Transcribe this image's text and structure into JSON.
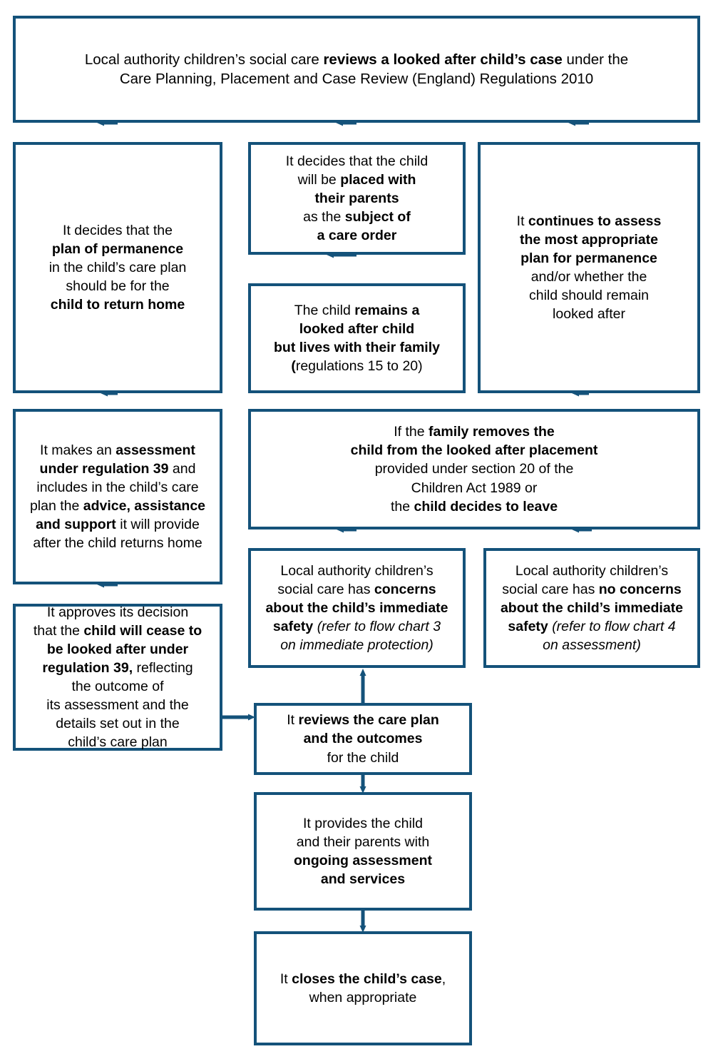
{
  "meta": {
    "title": "Flow chart: local authority children's social care reviews a looked after child's case",
    "accent_color": "#14527a",
    "background_color": "#ffffff",
    "text_color": "#000000"
  },
  "nodes": {
    "top": {
      "id": "review-trigger",
      "plain_text": "Local authority children’s social care reviews a looked after child’s case under the Care Planning, Placement and Case Review (England) Regulations 2010",
      "html": "Local authority children’s social care <b>reviews a looked after child’s case</b> under the<br>Care Planning, Placement and Case Review (England) Regulations 2010"
    },
    "return_home": {
      "id": "plan-of-permanence-return-home",
      "plain_text": "It decides that the plan of permanence in the child’s care plan should be for the child to return home",
      "html": "It decides that the<br><b>plan of permanence</b><br>in the child’s care plan<br>should be for the<br><b>child to return home</b>"
    },
    "placed_with_parents": {
      "id": "placed-with-parents",
      "plain_text": "It decides that the child will be placed with their parents as the subject of a care order",
      "html": "It decides that the child<br>will be <b>placed with</b><br><b>their parents</b><br>as the <b>subject of</b><br><b>a care order</b>"
    },
    "remains_looked_after": {
      "id": "remains-looked-after-child",
      "plain_text": "The child remains a looked after child but lives with their family (regulations 15 to 20)",
      "html": "The child <b>remains a</b><br><b>looked after child</b><br><b>but lives with their family</b><br><b>(</b>regulations 15 to 20)"
    },
    "continues_assess": {
      "id": "continues-to-assess-permanence",
      "plain_text": "It continues to assess the most appropriate plan for permanence and/or whether the child should remain looked after",
      "html": "It <b>continues to assess</b><br><b>the most appropriate</b><br><b>plan for permanence</b><br>and/or whether the<br>child should remain<br>looked after"
    },
    "assessment_reg39": {
      "id": "assessment-under-regulation-39",
      "plain_text": "It makes an assessment under regulation 39 and includes in the child’s care plan the advice, assistance and support it will provide after the child returns home",
      "html": "It makes an <b>assessment</b><br><b>under regulation 39</b> and<br>includes in the child’s care<br>plan the <b>advice, assistance</b><br><b>and support</b> it will provide<br>after the child returns home"
    },
    "family_removes": {
      "id": "family-removes-child-or-child-leaves",
      "plain_text": "If the family removes the child from the looked after placement provided under section 20 of the Children Act 1989 or the child decides to leave",
      "html": "If the <b>family removes the</b><br><b>child from the looked after placement</b><br>provided under section 20 of the<br>Children Act 1989 or<br>the <b>child decides to leave</b>"
    },
    "approves_decision": {
      "id": "approves-cease-to-be-looked-after",
      "plain_text": "It approves its decision that the child will cease to be looked after under regulation 39, reflecting the outcome of its assessment and the details set out in the child’s care plan",
      "html": "It approves its decision<br>that the <b>child will cease to</b><br><b>be looked after under</b><br><b>regulation 39,</b> reflecting<br>the outcome of<br>its assessment and the<br>details set out in the<br>child’s care plan"
    },
    "has_concerns": {
      "id": "has-concerns-immediate-safety",
      "plain_text": "Local authority children’s social care has concerns about the child’s immediate safety (refer to flow chart 3 on immediate protection)",
      "html": "Local authority children’s<br>social care has <b>concerns</b><br><b>about the child’s immediate</b><br><b>safety</b> <i>(refer to flow chart 3</i><br><i>on immediate protection)</i>"
    },
    "no_concerns": {
      "id": "no-concerns-immediate-safety",
      "plain_text": "Local authority children’s social care has no concerns about the child’s immediate safety (refer to flow chart 4 on assessment)",
      "html": "Local authority children’s<br>social care has <b>no concerns</b><br><b>about the child’s immediate</b><br><b>safety</b> <i>(refer to flow chart 4</i><br><i>on assessment)</i>"
    },
    "reviews_care_plan": {
      "id": "reviews-care-plan-and-outcomes",
      "plain_text": "It reviews the care plan and the outcomes for the child",
      "html": "It <b>reviews the care plan</b><br><b>and the outcomes</b><br>for the child"
    },
    "ongoing_assessment": {
      "id": "provides-ongoing-assessment-and-services",
      "plain_text": "It provides the child and their parents with ongoing assessment and services",
      "html": "It provides the child<br>and their parents with<br><b>ongoing assessment</b><br><b>and services</b>"
    },
    "closes_case": {
      "id": "closes-the-childs-case",
      "plain_text": "It closes the child’s case, when appropriate",
      "html": "It <b>closes the child’s case</b>,<br>when appropriate"
    }
  },
  "connectors": [
    {
      "from": "top",
      "to": "return_home",
      "type": "arrow-down"
    },
    {
      "from": "top",
      "to": "placed_with_parents",
      "type": "arrow-down"
    },
    {
      "from": "top",
      "to": "continues_assess",
      "type": "arrow-down"
    },
    {
      "from": "placed_with_parents",
      "to": "remains_looked_after",
      "type": "arrow-down"
    },
    {
      "from": "return_home",
      "to": "assessment_reg39",
      "type": "arrow-down"
    },
    {
      "from": "continues_assess",
      "to": "family_removes",
      "type": "arrow-down"
    },
    {
      "from": "assessment_reg39",
      "to": "approves_decision",
      "type": "arrow-down"
    },
    {
      "from": "family_removes",
      "to": "has_concerns",
      "type": "arrow-down"
    },
    {
      "from": "family_removes",
      "to": "no_concerns",
      "type": "arrow-down"
    },
    {
      "from": "approves_decision",
      "to": "reviews_care_plan",
      "type": "elbow-arrow-right"
    },
    {
      "from": "reviews_care_plan",
      "to": "has_concerns",
      "type": "arrow-up"
    },
    {
      "from": "reviews_care_plan",
      "to": "ongoing_assessment",
      "type": "arrow-down"
    },
    {
      "from": "ongoing_assessment",
      "to": "closes_case",
      "type": "arrow-down"
    }
  ]
}
